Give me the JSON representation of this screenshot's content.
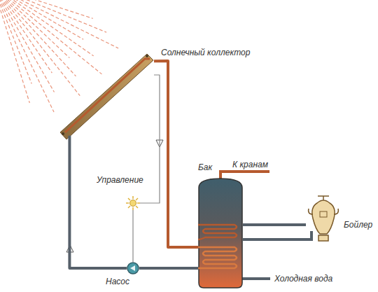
{
  "diagram": {
    "nodes": [
      {
        "text": [
          "Солнечный коллектор"
        ]
      },
      {
        "text": [
          "Управление"
        ]
      },
      {
        "text": [
          "Бак"
        ]
      },
      {
        "text": [
          "Бойлер"
        ]
      },
      {
        "text": [
          "Насос"
        ]
      }
    ],
    "edges": [
      {
        "from": 0,
        "to": 2,
        "arrow": "none"
      },
      {
        "from": 2,
        "to": 4,
        "arrow": "none"
      },
      {
        "from": 4,
        "to": 0,
        "arrow": "none"
      },
      {
        "from": 3,
        "to": 2,
        "arrow": "none"
      },
      {
        "from": 1,
        "to": 4,
        "arrow": "none"
      },
      {
        "from": 1,
        "to": 0,
        "arrow": "none"
      }
    ],
    "labels": [
      "К кранам",
      "Холодная вода"
    ]
  }
}
